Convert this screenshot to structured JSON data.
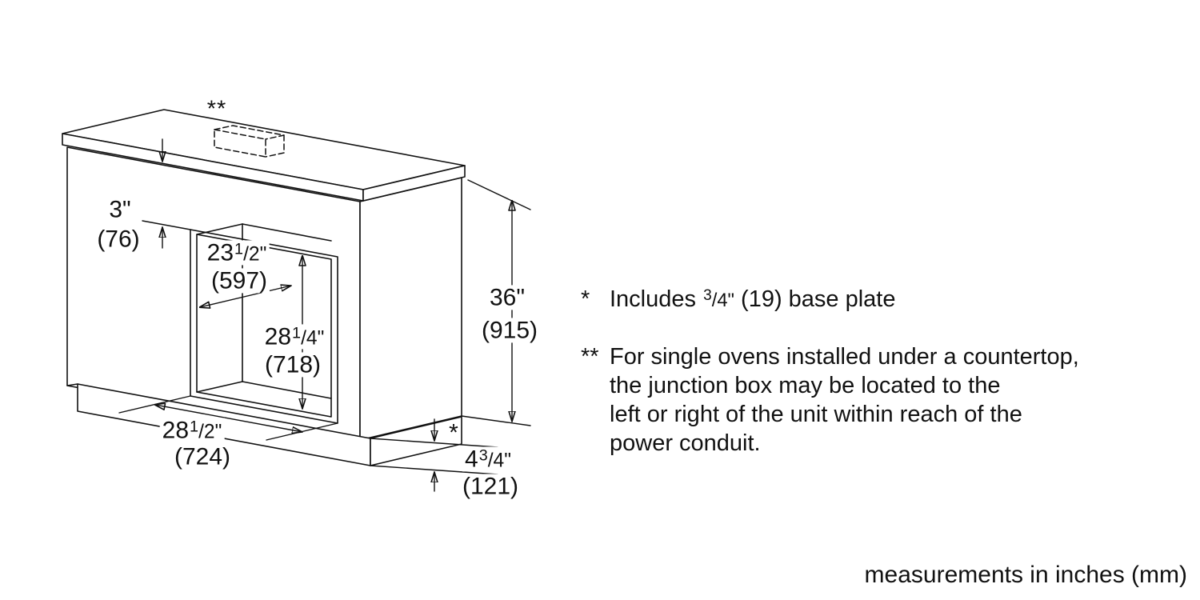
{
  "diagram": {
    "type": "oven-installation-dimension-drawing",
    "junction_marker": "**",
    "dimensions": {
      "top_gap": {
        "in": "3\"",
        "mm": "(76)"
      },
      "niche_depth": {
        "whole": "23",
        "num": "1",
        "den": "/2\"",
        "mm": "(597)"
      },
      "niche_height": {
        "whole": "28",
        "num": "1",
        "den": "/4\"",
        "mm": "(718)"
      },
      "niche_width": {
        "whole": "28",
        "num": "1",
        "den": "/2\"",
        "mm": "(724)"
      },
      "counter_height": {
        "in": "36\"",
        "mm": "(915)"
      },
      "base_height": {
        "star": "*",
        "whole": "4",
        "num": "3",
        "den": "/4\"",
        "mm": "(121)"
      }
    }
  },
  "notes": {
    "note1": {
      "marker": "*",
      "text_pre": "Includes ",
      "frac_num": "3",
      "frac_den": "/4\"",
      "text_post": " (19) base plate"
    },
    "note2": {
      "marker": "**",
      "lines": [
        "For single ovens installed under a countertop,",
        "the junction box may be located to the",
        "left or right of the unit within reach of the",
        "power conduit."
      ]
    }
  },
  "footer": {
    "caption": "measurements in inches (mm)"
  }
}
